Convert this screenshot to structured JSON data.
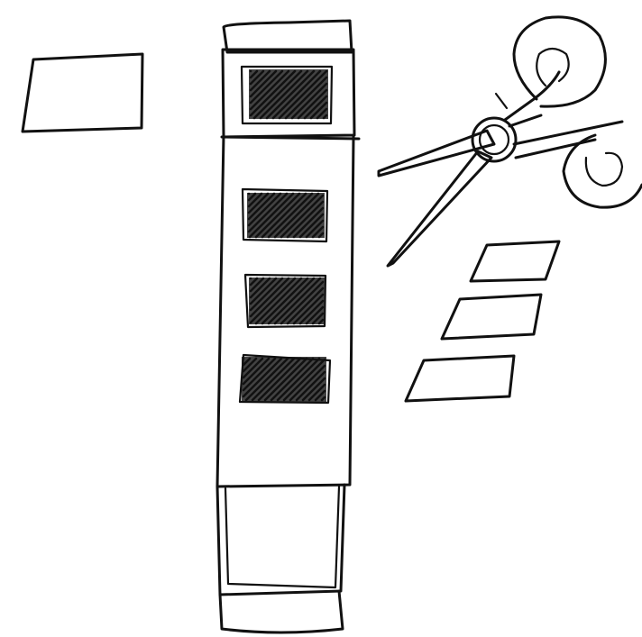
{
  "canvas": {
    "background": "#ffffff",
    "ink_color": "#111111"
  },
  "elements": {
    "loose_rectangle": {
      "kind": "outline-rectangle"
    },
    "column": {
      "kind": "tall-column",
      "sections": [
        "header",
        "body",
        "footer"
      ],
      "filled_slots": 4
    },
    "scissors": {
      "kind": "scissors-icon"
    },
    "cut_pieces": {
      "kind": "parallelogram",
      "count": 3
    }
  }
}
